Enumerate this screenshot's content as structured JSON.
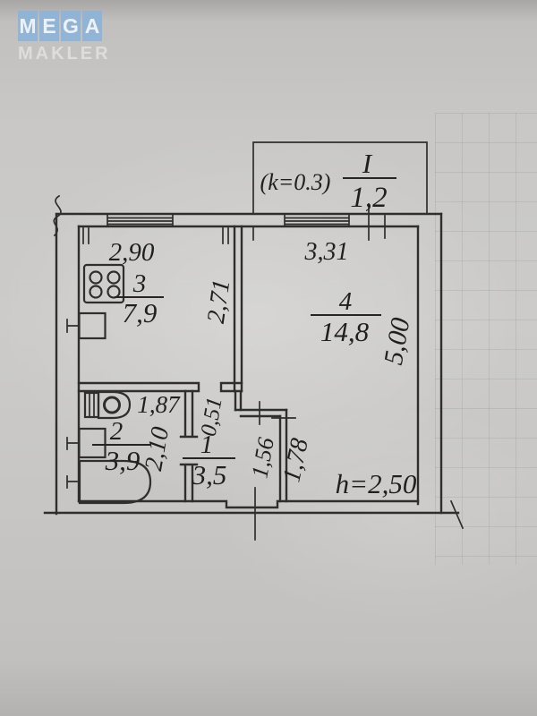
{
  "logo": {
    "word": [
      "M",
      "E",
      "G",
      "A"
    ],
    "subtitle": "MAKLER",
    "tile_color": "#8cb4d8",
    "text_color": "#f3f5f7"
  },
  "plan": {
    "balcony": {
      "coefficient": "(k=0.3)",
      "label": "I",
      "area": "1,2"
    },
    "rooms": {
      "kitchen": {
        "number": "3",
        "area": "7,9"
      },
      "living": {
        "number": "4",
        "area": "14,8"
      },
      "bathroom": {
        "number": "2",
        "area": "3,9"
      },
      "hall": {
        "number": "1",
        "area": "3,5"
      }
    },
    "dimensions": {
      "kitchen_width": "2,90",
      "kitchen_depth": "2,71",
      "living_width": "3,31",
      "living_depth": "5,00",
      "bath_width": "1,87",
      "bath_depth": "2,10",
      "niche": "0,51",
      "hall_wall": "1,56",
      "living_lower": "1,78",
      "ceiling_height": "h=2,50"
    },
    "line_color": "#2f2e2c"
  }
}
